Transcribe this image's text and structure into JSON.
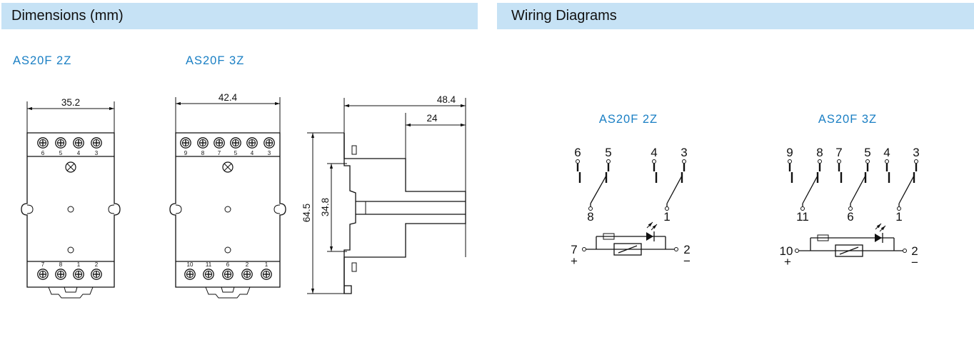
{
  "headers": {
    "dimensions": "Dimensions (mm)",
    "wiring": "Wiring Diagrams"
  },
  "dimensions": {
    "model_2z": "AS20F  2Z",
    "model_3z": "AS20F  3Z",
    "width_2z": "35.2",
    "width_3z": "42.4",
    "side_depth": "48.4",
    "side_inner": "24",
    "height_total": "64.5",
    "height_rail": "34.8",
    "pins_2z_top": [
      "6",
      "5",
      "4",
      "3"
    ],
    "pins_2z_bottom": [
      "7",
      "8",
      "1",
      "2"
    ],
    "pins_3z_top": [
      "9",
      "8",
      "7",
      "5",
      "4",
      "3"
    ],
    "pins_3z_bottom": [
      "10",
      "11",
      "6",
      "2",
      "1"
    ]
  },
  "wiring": {
    "model_2z": "AS20F 2Z",
    "model_3z": "AS20F 3Z",
    "diag_2z": {
      "top": [
        "6",
        "5",
        "4",
        "3"
      ],
      "common": [
        "8",
        "1"
      ],
      "coil_left": "7",
      "coil_right": "2",
      "plus": "+",
      "minus": "−"
    },
    "diag_3z": {
      "top": [
        "9",
        "8",
        "7",
        "5",
        "4",
        "3"
      ],
      "common": [
        "11",
        "6",
        "1"
      ],
      "coil_left": "10",
      "coil_right": "2",
      "plus": "+",
      "minus": "−"
    }
  }
}
